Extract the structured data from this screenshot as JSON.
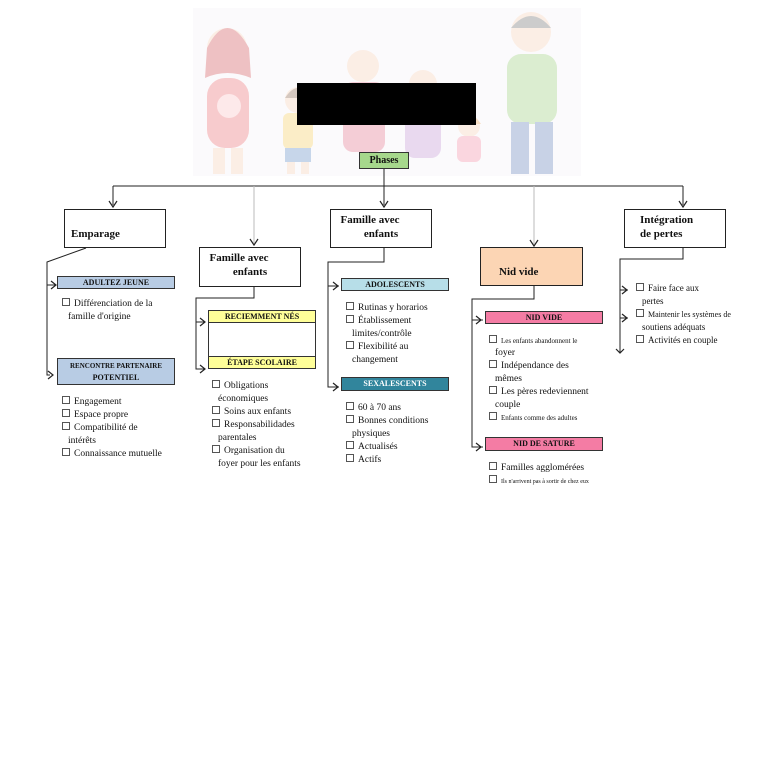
{
  "root": {
    "label": "Phases"
  },
  "columns": [
    {
      "title": [
        "Emparage"
      ],
      "groups": [
        {
          "tag": "ADULTEZ JEUNE",
          "color": "#b8cce4",
          "items": [
            "Différenciation de la",
            "famille d'origine"
          ]
        },
        {
          "tag": [
            "RENCONTRE PARTENAIRE",
            "POTENTIEL"
          ],
          "color": "#b8cce4",
          "items": [
            "Engagement",
            "Espace propre",
            "Compatibilité de",
            "intérêts",
            "Connaissance mutuelle"
          ]
        }
      ]
    },
    {
      "title": [
        "Famille avec",
        "enfants"
      ],
      "groups": [
        {
          "tag": "RECIEMMENT NÉS",
          "color": "#ffff99"
        },
        {
          "tag": "ÉTAPE SCOLAIRE",
          "color": "#ffff99",
          "items": [
            "Obligations",
            "économiques",
            "Soins aux enfants",
            "Responsabilidades",
            "parentales",
            "Organisation du",
            "foyer pour les enfants"
          ]
        }
      ]
    },
    {
      "title": [
        "Famille avec",
        "enfants"
      ],
      "groups": [
        {
          "tag": "ADOLESCENTS",
          "color": "#b7dee8",
          "items": [
            "Rutinas y horarios",
            "Établissement",
            "limites/contrôle",
            "Flexibilité au",
            "changement"
          ]
        },
        {
          "tag": "SEXALESCENTS",
          "color": "#31859c",
          "items": [
            "60 à 70 ans",
            "Bonnes conditions",
            "physiques",
            "Actualisés",
            "Actifs"
          ]
        }
      ]
    },
    {
      "title": [
        "Nid vide"
      ],
      "color": "#fcd5b4",
      "groups": [
        {
          "tag": "NID VIDE",
          "color": "#f47ca4",
          "items": [
            "Les enfants abandonnent le",
            "foyer",
            "Indépendance des",
            "mêmes",
            "Les pères redeviennent",
            "couple",
            "Enfants comme des adultes"
          ]
        },
        {
          "tag": "NID DE SATURE",
          "color": "#f47ca4",
          "items": [
            "Familles agglomérées",
            "Ils n'arrivent pas à sortir de chez eux"
          ]
        }
      ]
    },
    {
      "title": [
        "Intégration",
        "de pertes"
      ],
      "groups": [
        {
          "items": [
            "Faire face aux",
            "pertes",
            "Maintenir les systèmes de",
            "soutiens adéquats",
            "Activités en couple"
          ]
        }
      ]
    }
  ]
}
